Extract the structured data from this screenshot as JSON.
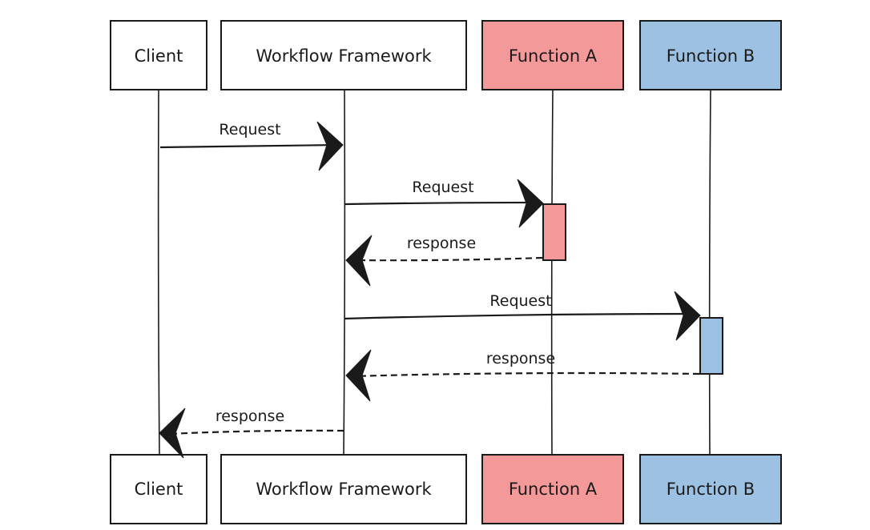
{
  "participants": [
    {
      "id": "client",
      "label": "Client",
      "color": "#ffffff"
    },
    {
      "id": "framework",
      "label": "Workflow Framework",
      "color": "#ffffff"
    },
    {
      "id": "funcA",
      "label": "Function A",
      "color": "#f4999a"
    },
    {
      "id": "funcB",
      "label": "Function B",
      "color": "#9cc1e3"
    }
  ],
  "messages": [
    {
      "from": "client",
      "to": "framework",
      "label": "Request",
      "style": "solid"
    },
    {
      "from": "framework",
      "to": "funcA",
      "label": "Request",
      "style": "solid"
    },
    {
      "from": "funcA",
      "to": "framework",
      "label": "response",
      "style": "dashed"
    },
    {
      "from": "framework",
      "to": "funcB",
      "label": "Request",
      "style": "solid"
    },
    {
      "from": "funcB",
      "to": "framework",
      "label": "response",
      "style": "dashed"
    },
    {
      "from": "framework",
      "to": "client",
      "label": "response",
      "style": "dashed"
    }
  ]
}
